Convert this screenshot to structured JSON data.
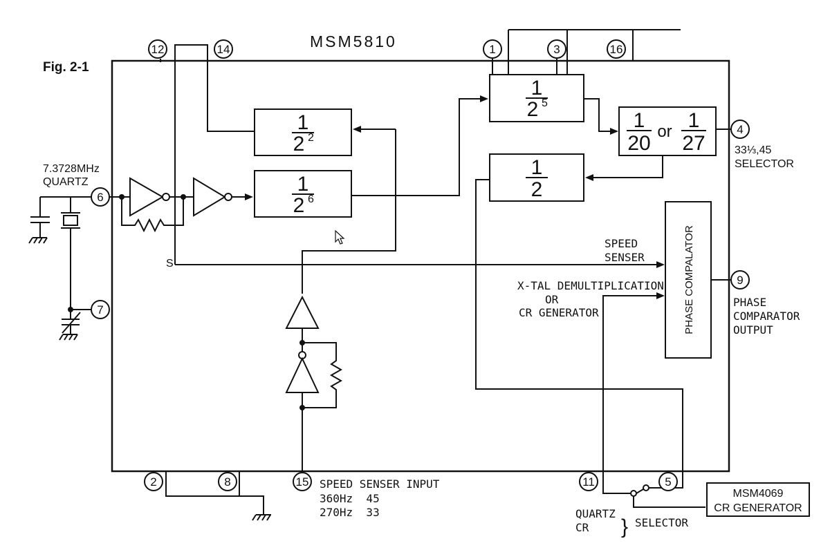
{
  "figure_label": "Fig. 2-1",
  "chip_title": "MSM5810",
  "pins": {
    "p1": "1",
    "p2": "2",
    "p3": "3",
    "p4": "4",
    "p5": "5",
    "p6": "6",
    "p7": "7",
    "p8": "8",
    "p9": "9",
    "p11": "11",
    "p12": "12",
    "p14": "14",
    "p15": "15",
    "p16": "16"
  },
  "dividers": {
    "d22": {
      "num": "1",
      "base": "2",
      "exp": "2"
    },
    "d26": {
      "num": "1",
      "base": "2",
      "exp": "6"
    },
    "d25": {
      "num": "1",
      "base": "2",
      "exp": "5"
    },
    "d2": {
      "num": "1",
      "den": "2"
    },
    "d20_27": {
      "num_a": "1",
      "den_a": "20",
      "or": "or",
      "num_b": "1",
      "den_b": "27"
    }
  },
  "labels": {
    "quartz_freq": "7.3728MHz",
    "quartz": "QUARTZ",
    "s_tap": "S",
    "speed_senser_line1": "SPEED",
    "speed_senser_line2": "SENSER",
    "xtal_line1": "X-TAL DEMULTIPLICATION",
    "xtal_line2": "OR",
    "xtal_line3": "CR GENERATOR",
    "phase_block": "PHASE COMPALATOR",
    "selector_line1": "33⅓,45",
    "selector_line2": "SELECTOR",
    "pc_out_line1": "PHASE",
    "pc_out_line2": "COMPARATOR",
    "pc_out_line3": "OUTPUT",
    "ss_input_title": "SPEED SENSER INPUT",
    "ss_row1": "360Hz  45",
    "ss_row2": "270Hz  33",
    "sel_quartz": "QUARTZ",
    "sel_cr": "CR",
    "sel_brace": "}",
    "sel_selector": "SELECTOR",
    "cr_gen_line1": "MSM4069",
    "cr_gen_line2": "CR GENERATOR"
  }
}
